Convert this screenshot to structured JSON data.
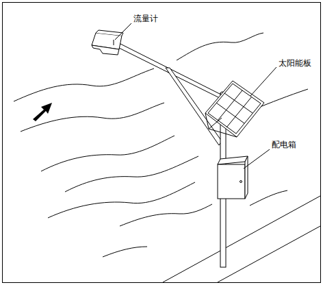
{
  "diagram": {
    "labels": [
      "流量计",
      "太阳能板",
      "配电箱"
    ]
  }
}
